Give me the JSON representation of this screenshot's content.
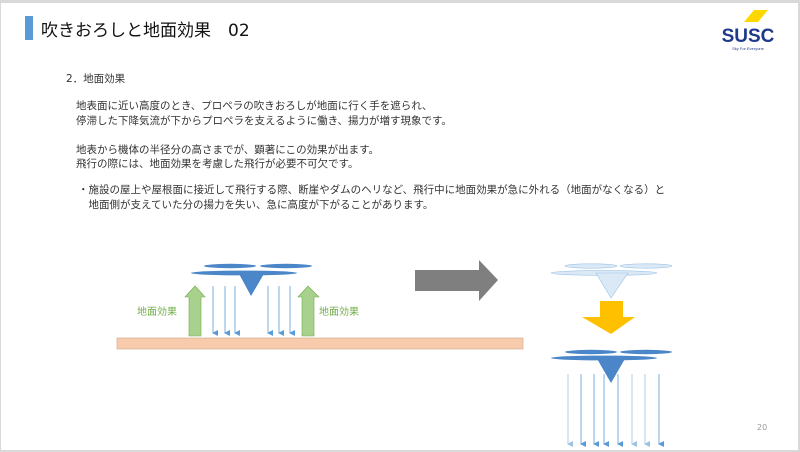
{
  "header": {
    "title": "吹きおろしと地面効果　02",
    "logo_text": "SUSC",
    "logo_tagline": "Sky For Everyone"
  },
  "content": {
    "heading": "2．地面効果",
    "para1": [
      "地表面に近い高度のとき、プロペラの吹きおろしが地面に行く手を遮られ、",
      "停滞した下降気流が下からプロペラを支えるように働き、揚力が増す現象です。"
    ],
    "para2": [
      "地表から機体の半径分の高さまでが、顕著にこの効果が出ます。",
      "飛行の際には、地面効果を考慮した飛行が必要不可欠です。"
    ],
    "bullet": [
      "・施設の屋上や屋根面に接近して飛行する際、断崖やダムのヘリなど、飛行中に地面効果が急に外れる（地面がなくなる）と",
      "　地面側が支えていた分の揚力を失い、急に高度が下がることがあります。"
    ]
  },
  "diagram": {
    "label_left": "地面効果",
    "label_right": "地面効果"
  },
  "colors": {
    "accent": "#5b9bd5",
    "ground": "#f8cbad",
    "green": "#a9d18e",
    "gray_arrow": "#7f7f7f",
    "yellow_arrow": "#ffc000",
    "navy": "#1f3a8a"
  },
  "page_number": "20"
}
